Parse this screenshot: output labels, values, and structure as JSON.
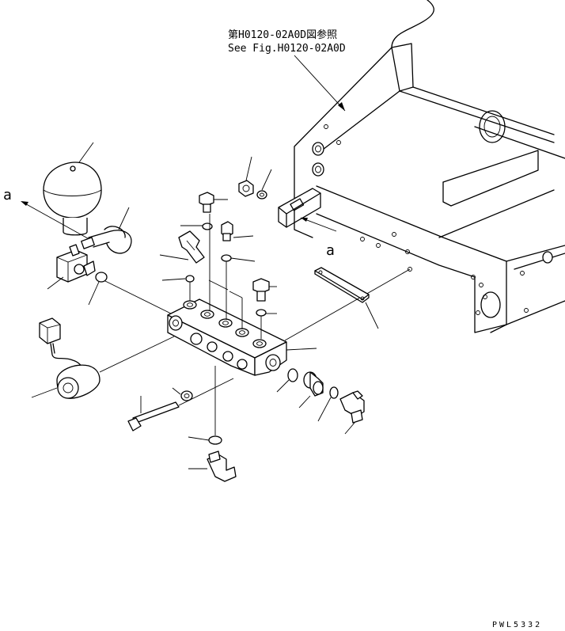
{
  "reference": {
    "line_ja": "第H0120-02A0D図参照",
    "line_en": "See Fig.H0120-02A0D"
  },
  "markers": {
    "a_left": "a",
    "a_right": "a"
  },
  "drawing_code": "PWL5332"
}
